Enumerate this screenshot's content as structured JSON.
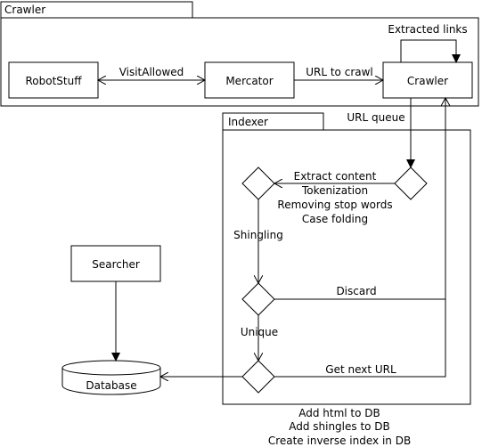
{
  "containers": {
    "crawler_frame": "Crawler",
    "indexer_frame": "Indexer"
  },
  "nodes": {
    "robotstuff": "RobotStuff",
    "mercator": "Mercator",
    "crawler": "Crawler",
    "searcher": "Searcher",
    "database": "Database"
  },
  "edges": {
    "visit_allowed": "VisitAllowed",
    "url_to_crawl": "URL to crawl",
    "extracted_links": "Extracted links",
    "url_queue": "URL queue",
    "extract_steps": [
      "Extract content",
      "Tokenization",
      "Removing stop words",
      "Case folding"
    ],
    "shingling": "Shingling",
    "discard": "Discard",
    "unique": "Unique",
    "get_next_url": "Get next URL",
    "db_steps": [
      "Add html to DB",
      "Add shingles to DB",
      "Create inverse index in DB"
    ]
  }
}
